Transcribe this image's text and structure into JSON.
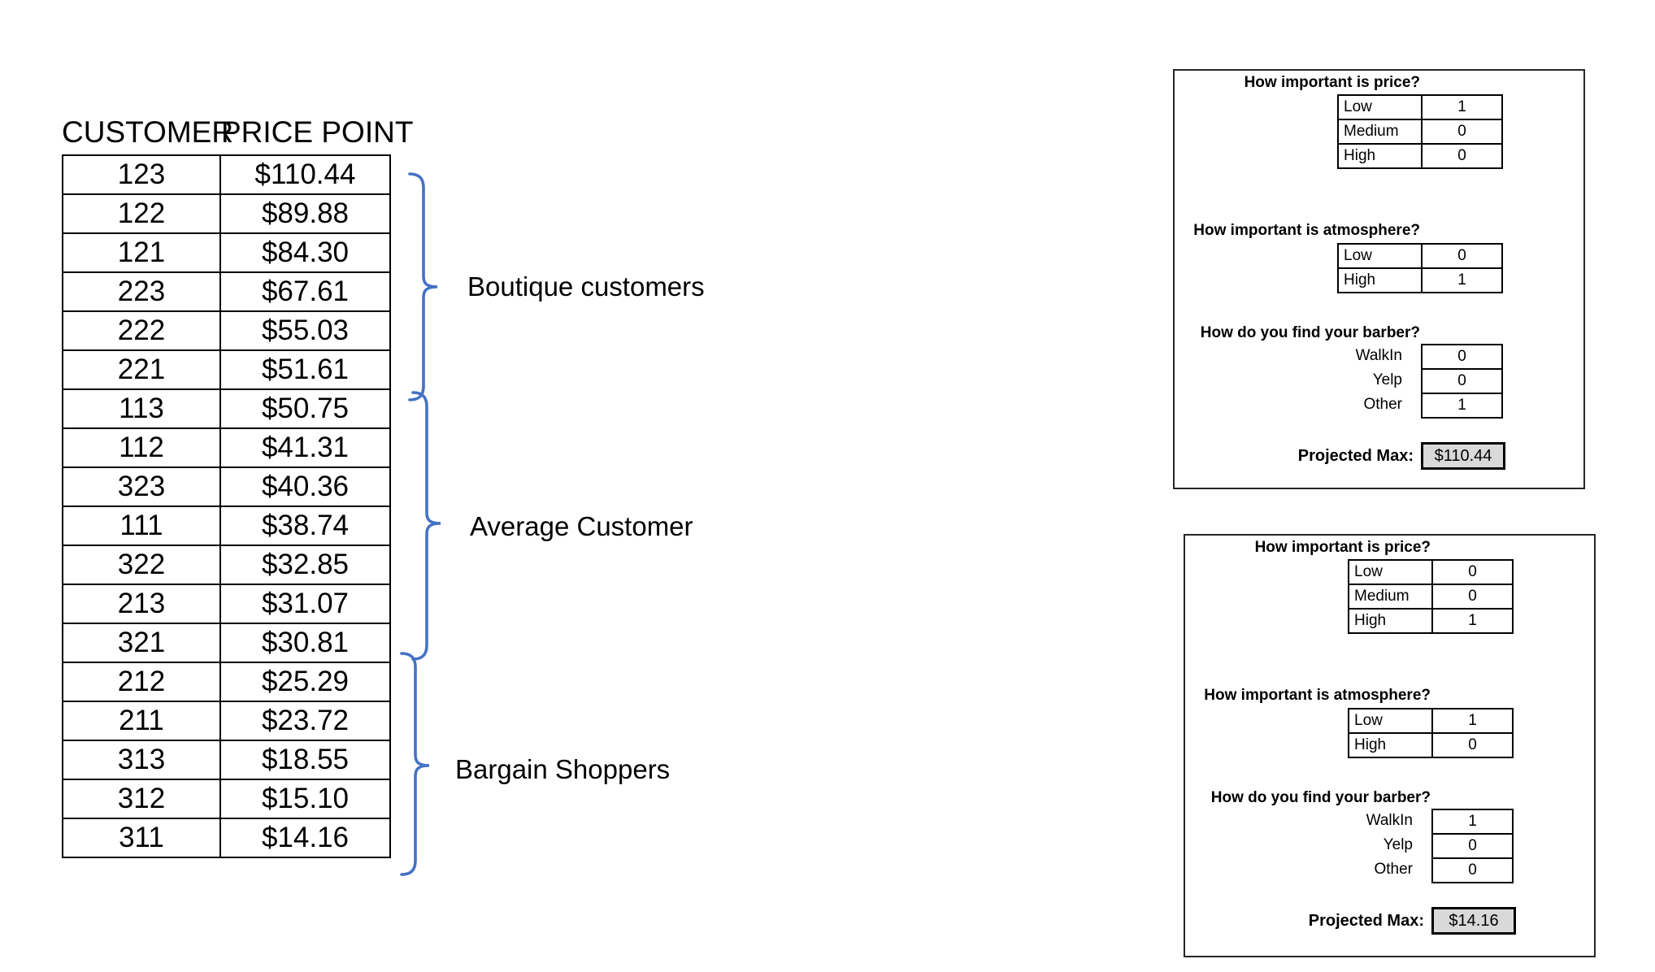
{
  "left_table": {
    "headers": [
      "CUSTOMER",
      "PRICE POINT"
    ],
    "rows": [
      [
        "123",
        "$110.44"
      ],
      [
        "122",
        "$89.88"
      ],
      [
        "121",
        "$84.30"
      ],
      [
        "223",
        "$67.61"
      ],
      [
        "222",
        "$55.03"
      ],
      [
        "221",
        "$51.61"
      ],
      [
        "113",
        "$50.75"
      ],
      [
        "112",
        "$41.31"
      ],
      [
        "323",
        "$40.36"
      ],
      [
        "111",
        "$38.74"
      ],
      [
        "322",
        "$32.85"
      ],
      [
        "213",
        "$31.07"
      ],
      [
        "321",
        "$30.81"
      ],
      [
        "212",
        "$25.29"
      ],
      [
        "211",
        "$23.72"
      ],
      [
        "313",
        "$18.55"
      ],
      [
        "312",
        "$15.10"
      ],
      [
        "311",
        "$14.16"
      ]
    ]
  },
  "segments": [
    {
      "label": "Boutique customers",
      "from_customer": "123",
      "to_customer": "221"
    },
    {
      "label": "Average Customer",
      "from_customer": "113",
      "to_customer": "213"
    },
    {
      "label": "Bargain Shoppers",
      "from_customer": "321",
      "to_customer": "311"
    }
  ],
  "panels": [
    {
      "questions": [
        {
          "title": "How important is price?",
          "options": [
            [
              "Low",
              "1"
            ],
            [
              "Medium",
              "0"
            ],
            [
              "High",
              "0"
            ]
          ]
        },
        {
          "title": "How important is atmosphere?",
          "options": [
            [
              "Low",
              "0"
            ],
            [
              "High",
              "1"
            ]
          ]
        },
        {
          "title": "How do you find your barber?",
          "options": [
            [
              "WalkIn",
              "0"
            ],
            [
              "Yelp",
              "0"
            ],
            [
              "Other",
              "1"
            ]
          ]
        }
      ],
      "projected_label": "Projected Max:",
      "projected_value": "$110.44"
    },
    {
      "questions": [
        {
          "title": "How important is price?",
          "options": [
            [
              "Low",
              "0"
            ],
            [
              "Medium",
              "0"
            ],
            [
              "High",
              "1"
            ]
          ]
        },
        {
          "title": "How important is atmosphere?",
          "options": [
            [
              "Low",
              "1"
            ],
            [
              "High",
              "0"
            ]
          ]
        },
        {
          "title": "How do you find your barber?",
          "options": [
            [
              "WalkIn",
              "1"
            ],
            [
              "Yelp",
              "0"
            ],
            [
              "Other",
              "0"
            ]
          ]
        }
      ],
      "projected_label": "Projected Max:",
      "projected_value": "$14.16"
    }
  ],
  "colors": {
    "bracket_blue": "#4472C4",
    "projected_fill": "#d9d9d9",
    "grid_border": "#000000"
  }
}
